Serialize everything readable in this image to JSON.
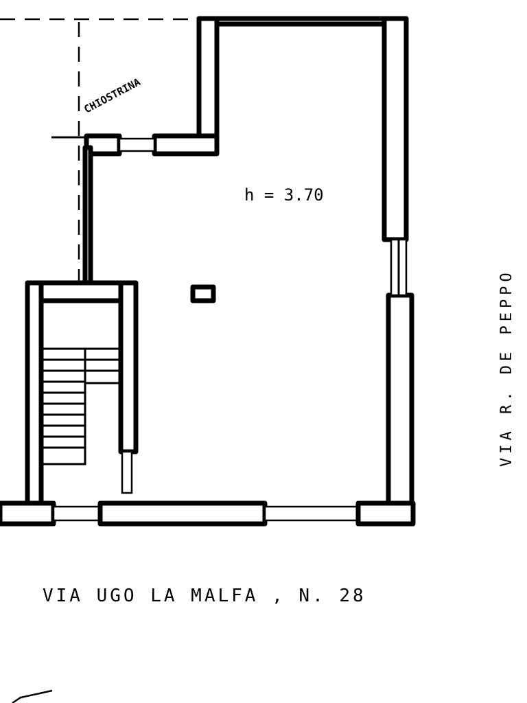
{
  "labels": {
    "courtyard": "CHIOSTRINA",
    "ceiling_height": "h = 3.70",
    "side_street": "VIA R. DE PEPPO",
    "front_street": "VIA UGO LA MALFA , N. 28"
  }
}
